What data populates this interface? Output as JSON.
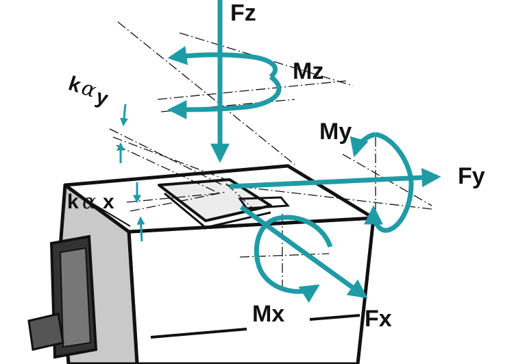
{
  "colors": {
    "accent": "#1f9ba6",
    "ink": "#111111",
    "shade": "#c9c9c9",
    "background": "#ffffff"
  },
  "labels": {
    "fz": "Fz",
    "mz": "Mz",
    "my": "My",
    "fy": "Fy",
    "mx": "Mx",
    "fx": "Fx",
    "k_alpha_y_k": "k",
    "k_alpha_y_alpha": "α",
    "k_alpha_y_sub": "y",
    "k_alpha_x_k": "k",
    "k_alpha_x_alpha": "α",
    "k_alpha_x_sub": "x"
  }
}
